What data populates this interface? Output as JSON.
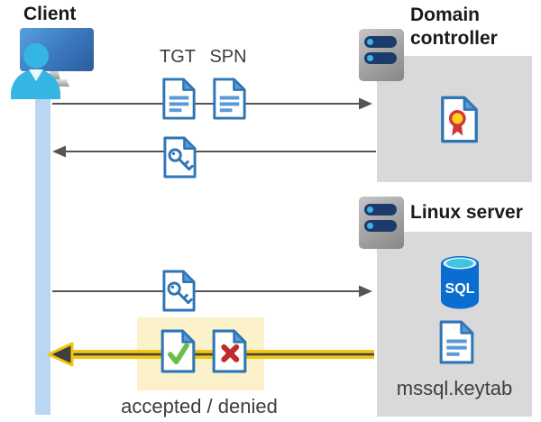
{
  "client": {
    "title": "Client"
  },
  "domain_controller": {
    "title": "Domain controller"
  },
  "linux_server": {
    "title": "Linux server",
    "sql_label": "SQL",
    "keytab_label": "mssql.keytab"
  },
  "flow": {
    "tgt_label": "TGT",
    "spn_label": "SPN",
    "result_label": "accepted / denied"
  },
  "icons": {
    "client": "monitor-with-user",
    "server": "server-rack-with-leds",
    "tgt": "document-lines",
    "spn": "document-lines",
    "ticket": "document-key",
    "certificate": "document-certificate-seal",
    "accepted": "document-green-check",
    "denied": "document-red-x",
    "database": "sql-database-cylinder",
    "keytab": "document-lines"
  },
  "colors": {
    "doc_blue": "#2e75b6",
    "doc_fold": "#5b9bd5",
    "doc_line": "#5b9bd5",
    "lifeline": "#b9d7f3",
    "arrow_gray": "#555555",
    "arrow_yellow": "#f0c514",
    "arrow_core": "#3f3f3f",
    "panel_gray": "#d9d9d9",
    "highlight_yellow": "#fbf2cc",
    "check_green": "#6abf4b",
    "cross_red": "#c02b2b",
    "cert_red": "#d13438",
    "cert_gold": "#ffd21e",
    "sql_blue": "#0a6ed1",
    "sql_cyan": "#3ec6e0",
    "person_cyan": "#35b6e2",
    "server_navy": "#1d3a6c",
    "server_led": "#3fb3e3",
    "title_text": "#1a1a1a",
    "label_text": "#3d3d3d"
  }
}
